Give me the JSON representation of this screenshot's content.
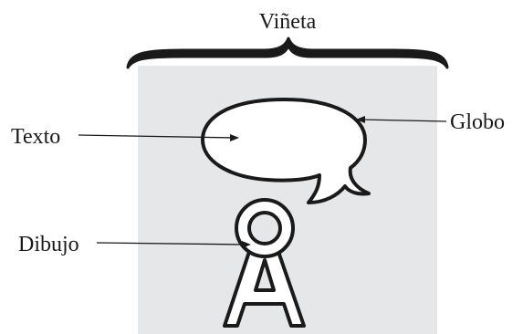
{
  "diagram": {
    "labels": {
      "vineta": "Viñeta",
      "texto": "Texto",
      "globo": "Globo",
      "dibujo": "Dibujo"
    },
    "colors": {
      "panel_fill": "#e6e7e8",
      "ink": "#1a1a1a",
      "bubble_fill": "#ffffff"
    }
  }
}
